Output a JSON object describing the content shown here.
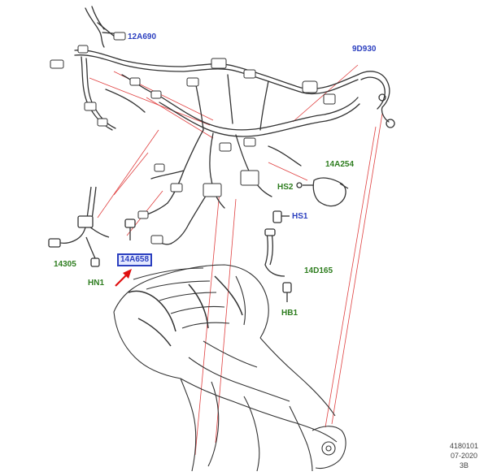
{
  "callouts": {
    "p12A690": "12A690",
    "p9D930": "9D930",
    "p14A254": "14A254",
    "hs2": "HS2",
    "hs1": "HS1",
    "p14305": "14305",
    "p14A658": "14A658",
    "hn1": "HN1",
    "p14D165": "14D165",
    "hb1": "HB1"
  },
  "reference": {
    "number": "4180101",
    "date": "07-2020",
    "revision": "3B"
  },
  "colors": {
    "blue_label": "#2b3fbf",
    "green_label": "#2e7d1f",
    "leader_red": "#e04040",
    "arrow_red": "#e01010",
    "line_art": "#333333"
  }
}
